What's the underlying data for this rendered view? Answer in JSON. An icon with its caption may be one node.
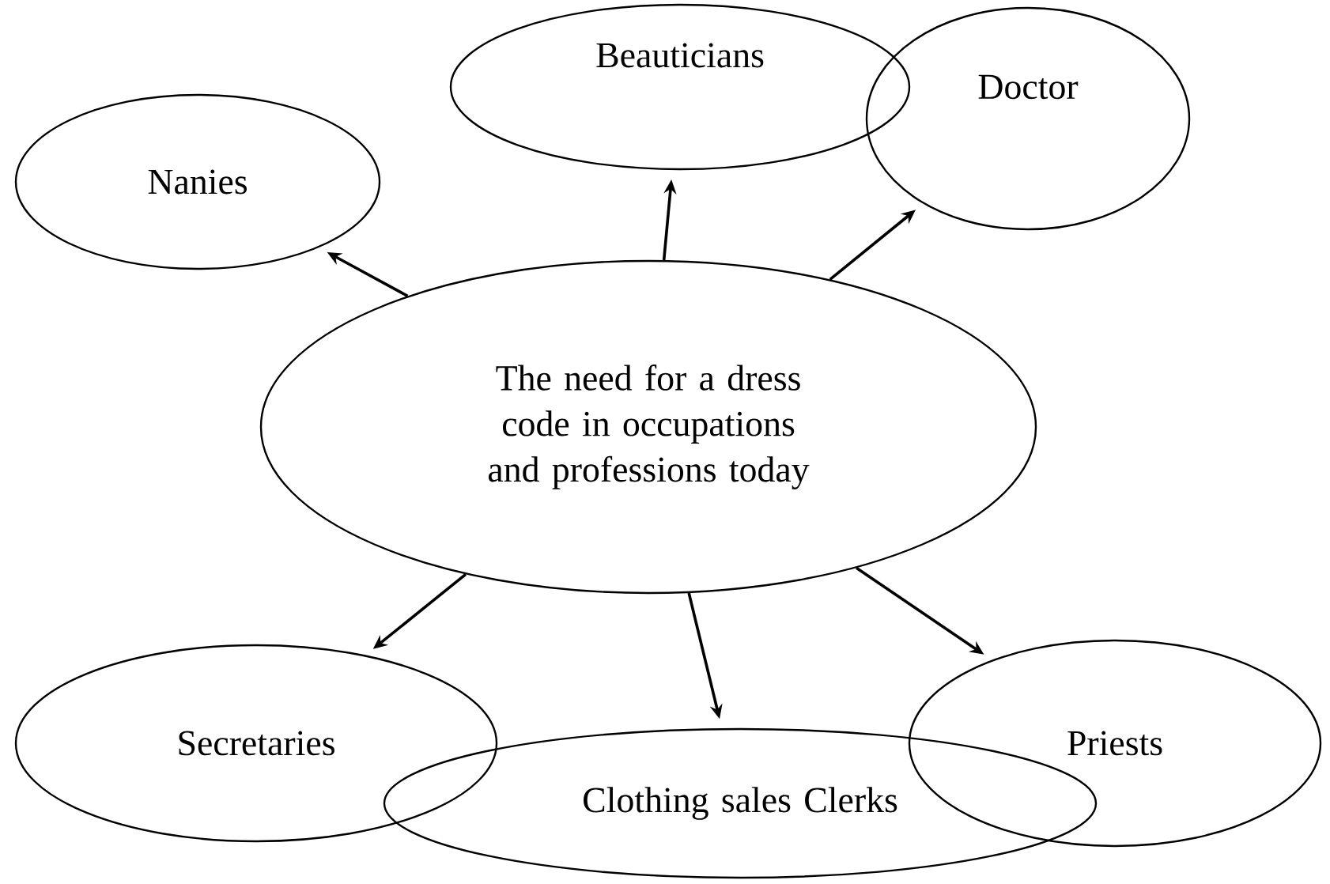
{
  "diagram": {
    "nodes": [
      {
        "text": [
          "The need for a dress code in occupations and professions today"
        ]
      },
      {
        "text": [
          "Nanies"
        ]
      },
      {
        "text": [
          "Beauticians"
        ]
      },
      {
        "text": [
          "Doctor"
        ]
      },
      {
        "text": [
          "Secretaries"
        ]
      },
      {
        "text": [
          "Priests"
        ]
      },
      {
        "text": [
          "Clothing sales Clerks"
        ]
      }
    ],
    "edges": [
      {
        "from": 0,
        "to": 1,
        "arrow": "to"
      },
      {
        "from": 0,
        "to": 2,
        "arrow": "to"
      },
      {
        "from": 0,
        "to": 3,
        "arrow": "to"
      },
      {
        "from": 0,
        "to": 4,
        "arrow": "to"
      },
      {
        "from": 0,
        "to": 5,
        "arrow": "to"
      },
      {
        "from": 0,
        "to": 6,
        "arrow": "to"
      }
    ]
  }
}
